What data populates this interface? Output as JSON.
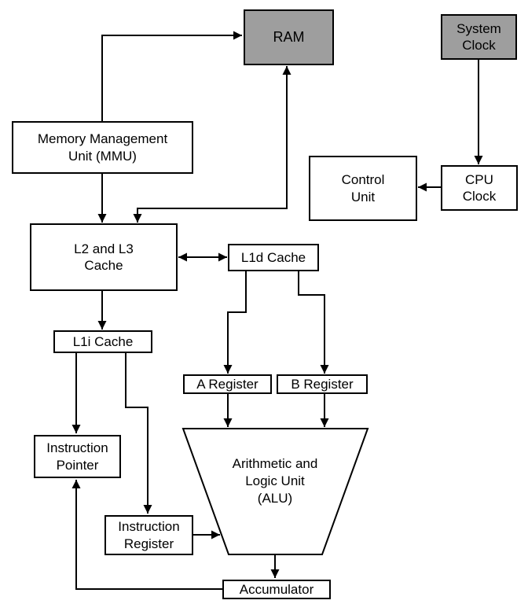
{
  "diagram": {
    "name": "CPU architecture block diagram",
    "colors": {
      "background": "#ffffff",
      "box_border": "#000000",
      "box_fill_white": "#ffffff",
      "box_fill_gray": "#9e9e9e",
      "connector": "#000000",
      "text": "#000000"
    }
  },
  "boxes": {
    "ram": {
      "label": "RAM"
    },
    "system_clock": {
      "label": "System\nClock"
    },
    "mmu": {
      "label": "Memory Management\nUnit (MMU)"
    },
    "control_unit": {
      "label": "Control\nUnit"
    },
    "cpu_clock": {
      "label": "CPU\nClock"
    },
    "l2_l3_cache": {
      "label": "L2 and L3\nCache"
    },
    "l1d_cache": {
      "label": "L1d Cache"
    },
    "l1i_cache": {
      "label": "L1i Cache"
    },
    "a_register": {
      "label": "A Register"
    },
    "b_register": {
      "label": "B Register"
    },
    "alu": {
      "label": "Arithmetic and\nLogic Unit\n(ALU)"
    },
    "instruction_pointer": {
      "label": "Instruction\nPointer"
    },
    "instruction_register": {
      "label": "Instruction\nRegister"
    },
    "accumulator": {
      "label": "Accumulator"
    }
  },
  "connections": [
    {
      "from": "mmu",
      "to": "ram",
      "type": "arrow"
    },
    {
      "from": "l2_l3_cache",
      "to": "ram",
      "type": "double-arrow"
    },
    {
      "from": "mmu",
      "to": "l2_l3_cache",
      "type": "arrow"
    },
    {
      "from": "system_clock",
      "to": "cpu_clock",
      "type": "arrow"
    },
    {
      "from": "cpu_clock",
      "to": "control_unit",
      "type": "arrow"
    },
    {
      "from": "l2_l3_cache",
      "to": "l1d_cache",
      "type": "double-arrow"
    },
    {
      "from": "l2_l3_cache",
      "to": "l1i_cache",
      "type": "arrow"
    },
    {
      "from": "l1d_cache",
      "to": "a_register",
      "type": "arrow"
    },
    {
      "from": "l1d_cache",
      "to": "b_register",
      "type": "arrow"
    },
    {
      "from": "a_register",
      "to": "alu",
      "type": "arrow"
    },
    {
      "from": "b_register",
      "to": "alu",
      "type": "arrow"
    },
    {
      "from": "l1i_cache",
      "to": "instruction_pointer",
      "type": "arrow"
    },
    {
      "from": "l1i_cache",
      "to": "instruction_register",
      "type": "arrow"
    },
    {
      "from": "instruction_register",
      "to": "alu",
      "type": "arrow"
    },
    {
      "from": "alu",
      "to": "accumulator",
      "type": "arrow"
    },
    {
      "from": "accumulator",
      "to": "instruction_pointer",
      "type": "arrow"
    }
  ]
}
